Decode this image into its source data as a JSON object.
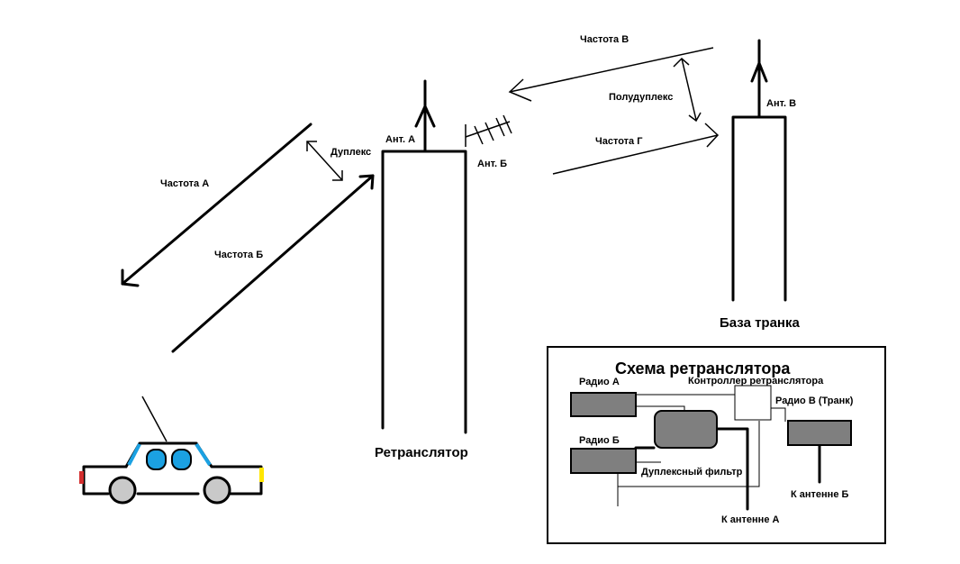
{
  "labels": {
    "freq_a": "Частота А",
    "freq_b": "Частота Б",
    "freq_v": "Частота В",
    "freq_g": "Частота Г",
    "duplex": "Дуплекс",
    "half_duplex": "Полудуплекс",
    "ant_a": "Ант. А",
    "ant_b": "Ант. Б",
    "ant_v": "Ант. В",
    "repeater": "Ретранслятор",
    "trunk_base": "База транка"
  },
  "scheme": {
    "title": "Схема ретранслятора",
    "radio_a": "Радио А",
    "radio_b": "Радио Б",
    "radio_v": "Радио В (Транк)",
    "controller": "Контроллер ретранслятора",
    "duplex_filter": "Дуплексный фильтр",
    "to_ant_a": "К антенне А",
    "to_ant_b": "К антенне Б"
  },
  "colors": {
    "car_window": "#1ba1e2",
    "car_roof_trim": "#1ba1e2",
    "rear_light": "#d32f2f",
    "head_light": "#ffe600",
    "radio_box": "#7f7f7f",
    "wheel": "#c9c9c9"
  }
}
